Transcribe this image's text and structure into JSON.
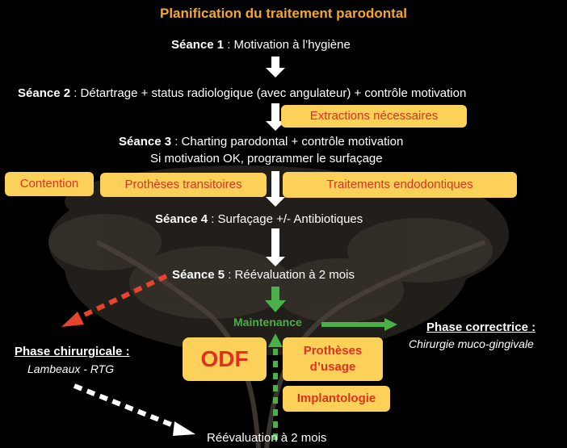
{
  "title": "Planification du traitement parodontal",
  "seances": {
    "s1": {
      "label": "Séance 1",
      "text": " : Motivation à l’hygiène"
    },
    "s2": {
      "label": "Séance 2",
      "text": " : Détartrage + status radiologique (avec angulateur) + contrôle motivation"
    },
    "s3": {
      "label": "Séance 3",
      "text": " : Charting parodontal + contrôle motivation",
      "line2": "Si motivation OK, programmer le surfaçage"
    },
    "s4": {
      "label": "Séance 4",
      "text": " : Surfaçage +/- Antibiotiques"
    },
    "s5": {
      "label": "Séance 5",
      "text": " : Réévaluation à 2 mois"
    }
  },
  "boxes": {
    "extractions": "Extractions   nécessaires",
    "contention": "Contention",
    "protheses_transitoires": "Prothèses transitoires",
    "traitements_endo": "Traitements endodontiques",
    "odf": "ODF",
    "protheses_usage_1": "Prothèses",
    "protheses_usage_2": "d’usage",
    "implantologie": "Implantologie"
  },
  "maintenance": "Maintenance",
  "phase_chir": {
    "title": "Phase chirurgicale",
    "suffix": " :",
    "sub": "Lambeaux - RTG"
  },
  "phase_corr": {
    "title": "Phase correctrice :",
    "sub": "Chirurgie muco-gingivale"
  },
  "reevaluation_bottom": "Réévaluation à 2 mois",
  "colors": {
    "title": "#f7a823",
    "box_fill": "#fbd15a",
    "box_text": "#e0301e",
    "green": "#4ab04a",
    "red": "#e8432b",
    "white": "#ffffff"
  }
}
